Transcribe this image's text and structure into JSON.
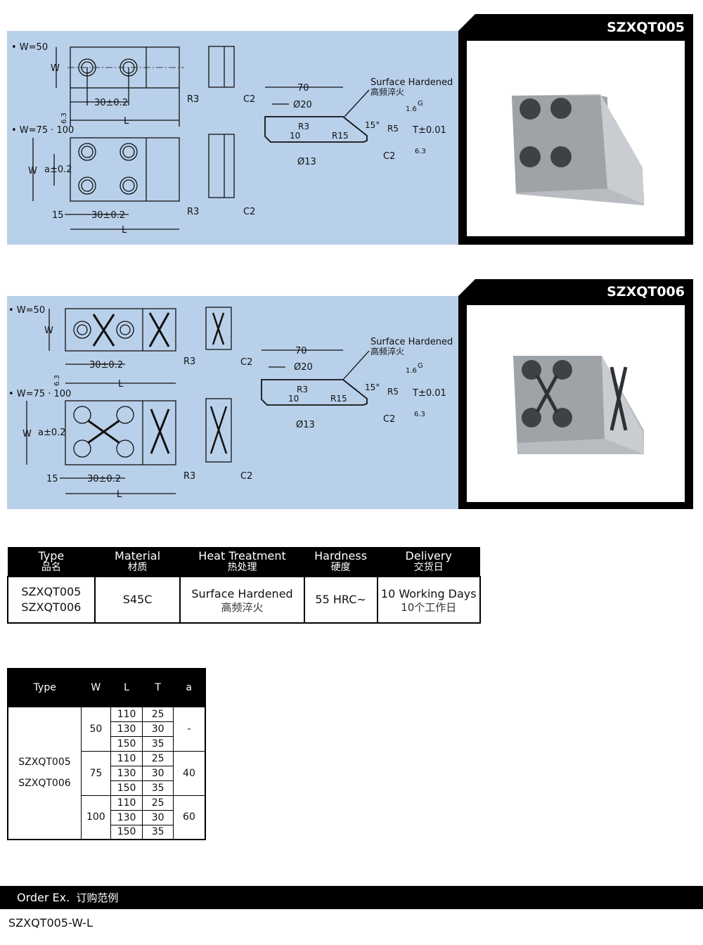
{
  "products": [
    {
      "code": "SZXQT005"
    },
    {
      "code": "SZXQT006"
    }
  ],
  "drawing": {
    "w50": "• W=50",
    "w75": "• W=75 · 100",
    "W": "W",
    "a": "a±0.2",
    "pitch": "30±0.2",
    "L": "L",
    "fifteen": "15",
    "rough63": "6.3",
    "R3": "R3",
    "C2": "C2"
  },
  "section": {
    "d70": "70",
    "surface_en": "Surface Hardened",
    "surface_cn": "高频淬火",
    "d20": "Ø20",
    "R3": "R3",
    "d10": "10",
    "R15": "R15",
    "ang": "15°",
    "R5": "R5",
    "T": "T±0.01",
    "r16": "1.6",
    "G": "G",
    "C2": "C2",
    "d13": "Ø13",
    "r63": "6.3"
  },
  "spec_table": {
    "headers": [
      {
        "en": "Type",
        "cn": "品名"
      },
      {
        "en": "Material",
        "cn": "材质"
      },
      {
        "en": "Heat Treatment",
        "cn": "热处理"
      },
      {
        "en": "Hardness",
        "cn": "硬度"
      },
      {
        "en": "Delivery",
        "cn": "交货日"
      }
    ],
    "row": {
      "type1": "SZXQT005",
      "type2": "SZXQT006",
      "material": "S45C",
      "heat_en": "Surface Hardened",
      "heat_cn": "高频淬火",
      "hardness": "55 HRC~",
      "delivery_en": "10 Working Days",
      "delivery_cn": "10个工作日"
    }
  },
  "size_table": {
    "headers": [
      "Type",
      "W",
      "L",
      "T",
      "a"
    ],
    "types": [
      "SZXQT005",
      "SZXQT006"
    ],
    "groups": [
      {
        "W": "50",
        "a": "-",
        "rows": [
          [
            "110",
            "25"
          ],
          [
            "130",
            "30"
          ],
          [
            "150",
            "35"
          ]
        ]
      },
      {
        "W": "75",
        "a": "40",
        "rows": [
          [
            "110",
            "25"
          ],
          [
            "130",
            "30"
          ],
          [
            "150",
            "35"
          ]
        ]
      },
      {
        "W": "100",
        "a": "60",
        "rows": [
          [
            "110",
            "25"
          ],
          [
            "130",
            "30"
          ],
          [
            "150",
            "35"
          ]
        ]
      }
    ]
  },
  "order": {
    "label_en": "Order Ex.",
    "label_cn": "订购范例",
    "example": "SZXQT005-W-L"
  }
}
